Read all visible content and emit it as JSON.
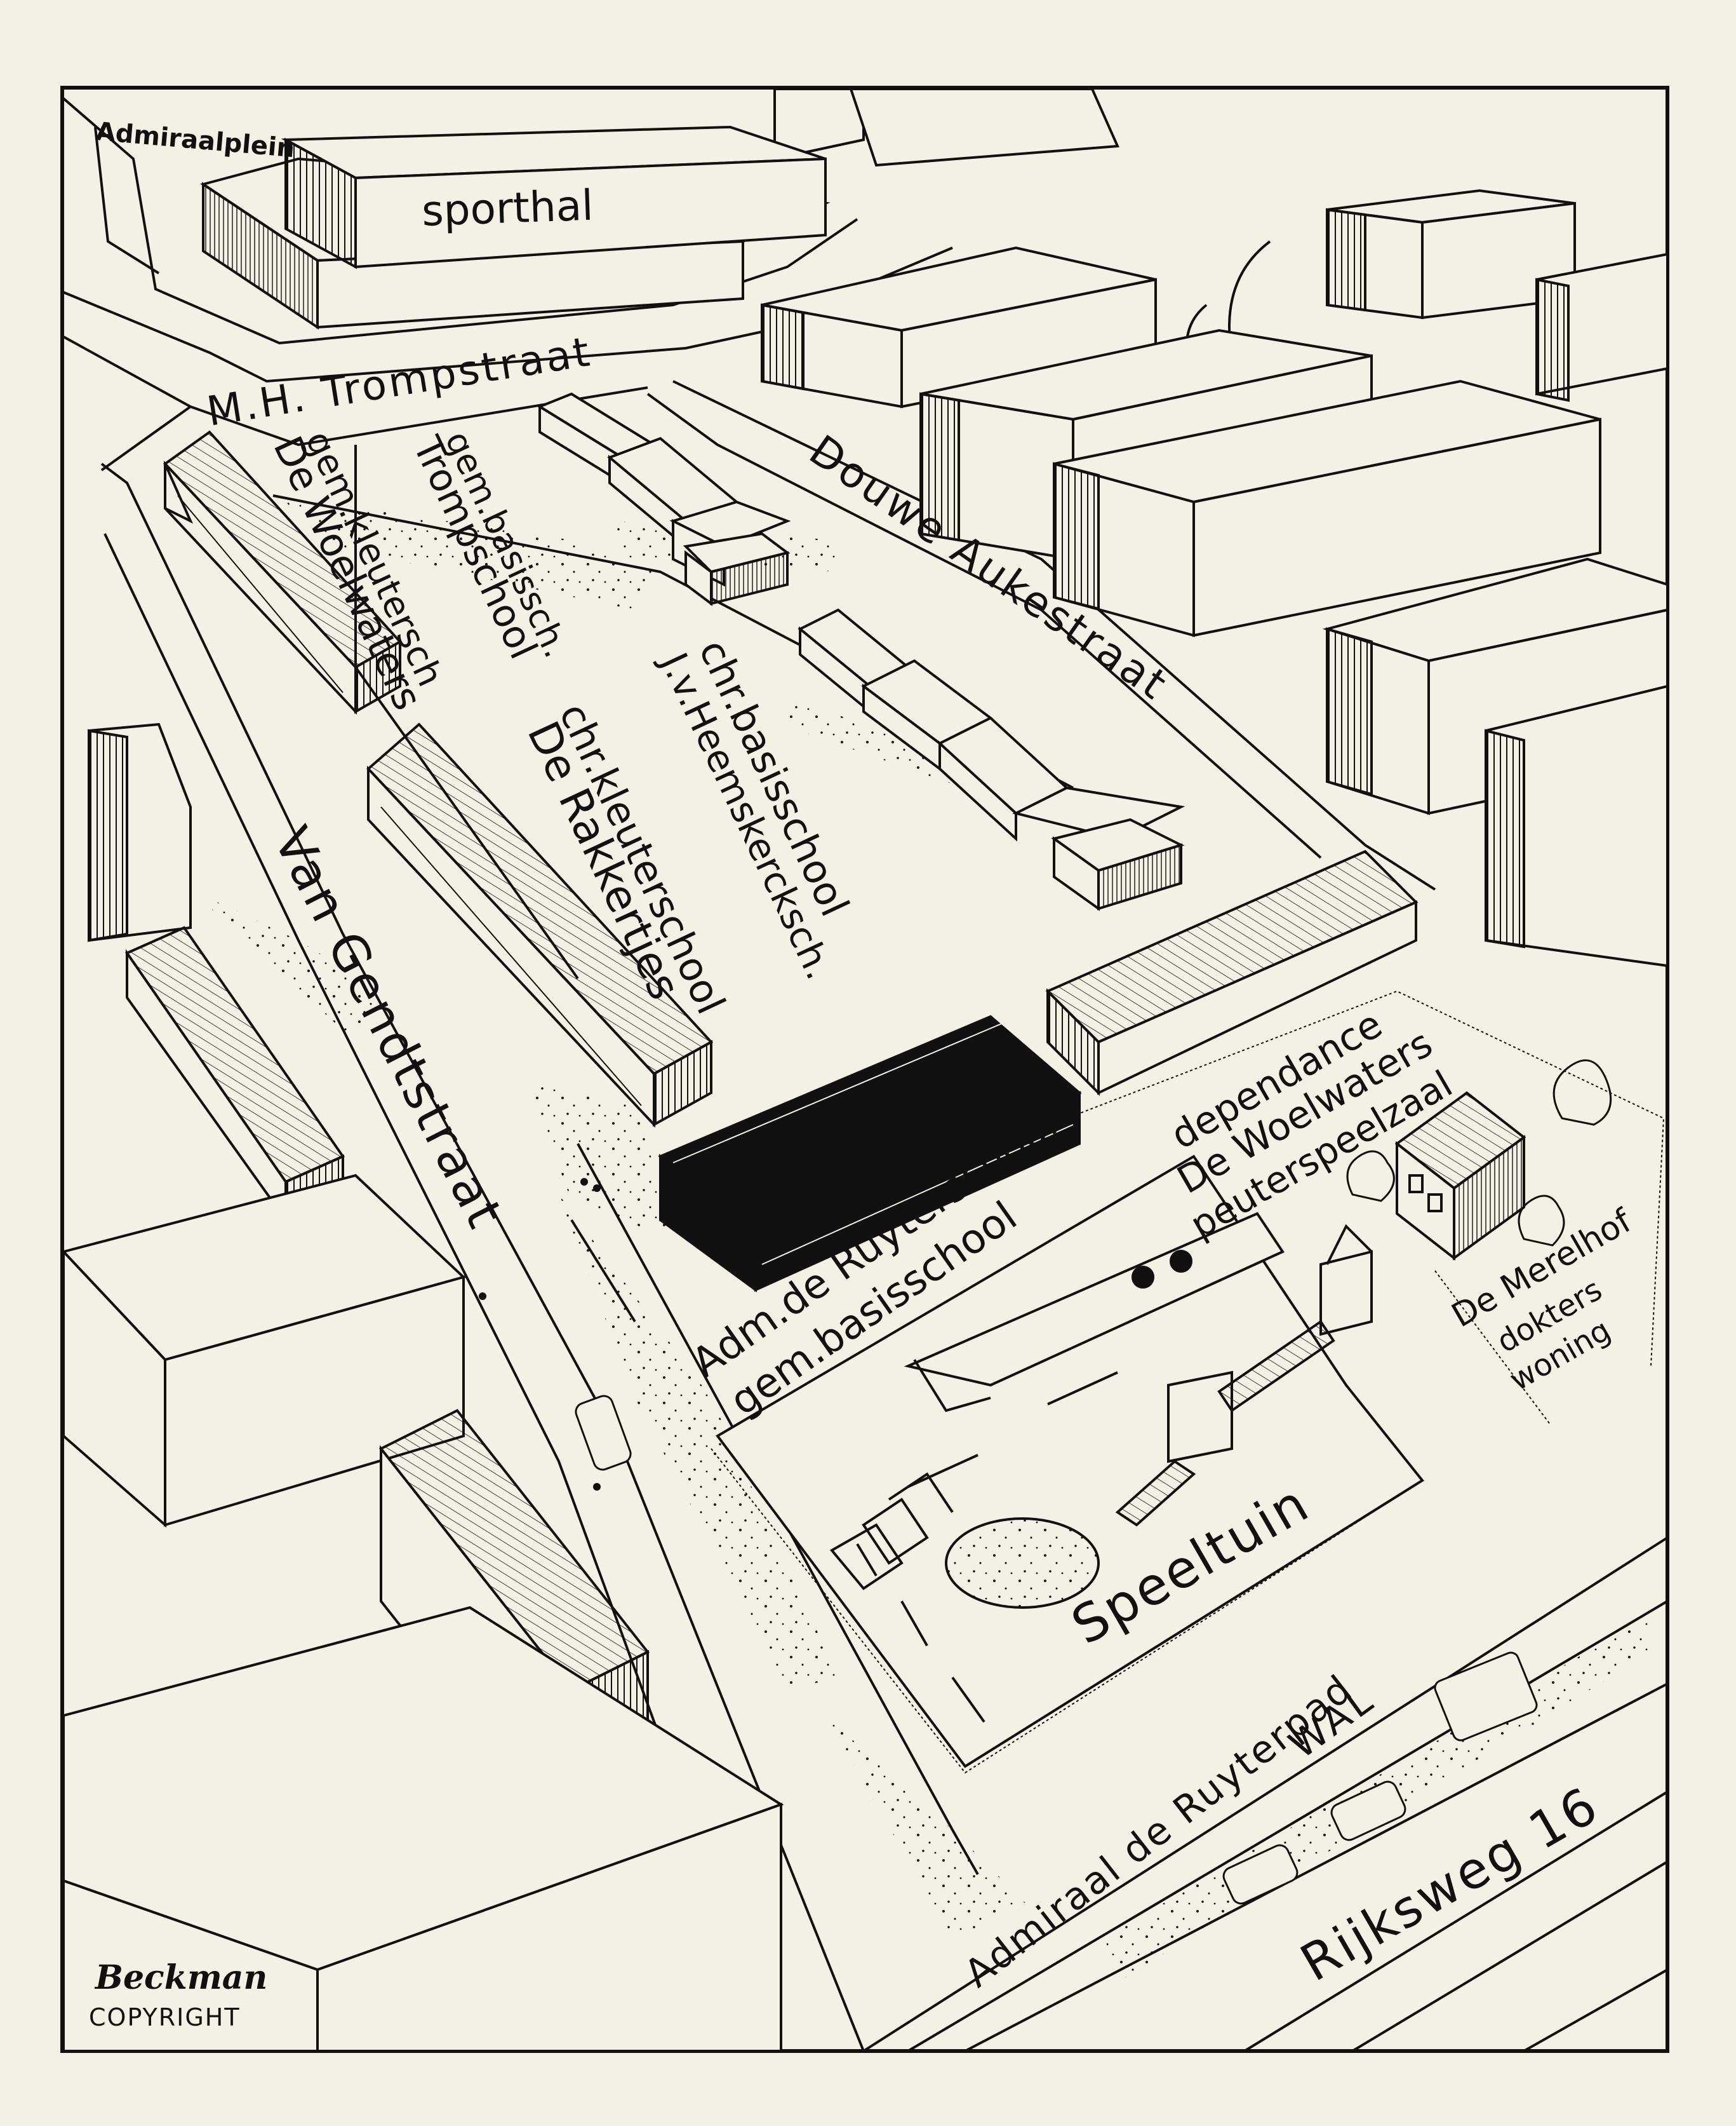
{
  "map": {
    "labels": {
      "admiraalplein": "Admiraalplein",
      "sporthal": "sporthal",
      "mh_trompstraat": "M.H. Trompstraat",
      "douwe_aukestraat": "Douwe Aukestraat",
      "van_gendtstraat": "Van Gendtstraat",
      "gem_basissch": "gem.basissch.",
      "trompschool": "Trompschool",
      "gem_kleutersch": "gem.kleutersch",
      "de_woelwaters": "De Woelwaters",
      "chr_basisschool": "chr.basisschool",
      "jv_heemskerck": "J.v.Heemskercksch.",
      "chr_kleuterschool": "chr.kleuterschool",
      "de_rakkertjes": "De Rakkertjes",
      "dependance": "dependance",
      "de_woelwaters_2": "De Woelwaters",
      "peuterspeelzaal": "peuterspeelzaal",
      "adm_de_ruyterschool": "Adm.de Ruyterschool",
      "gem_basisschool": "gem.basisschool",
      "de_merelhof": "De Merelhof",
      "dokters": "dokters",
      "woning": "woning",
      "speeltuin": "Speeltuin",
      "admiraal_de_ruyterpad": "Admiraal de Ruyterpad",
      "wal": "WAL",
      "rijksweg": "Rijksweg 16"
    },
    "signature": "Beckman",
    "copyright": "COPYRIGHT",
    "colors": {
      "paper": "#f3f0e6",
      "ink": "#111111",
      "highlight": "#ffffff"
    }
  }
}
